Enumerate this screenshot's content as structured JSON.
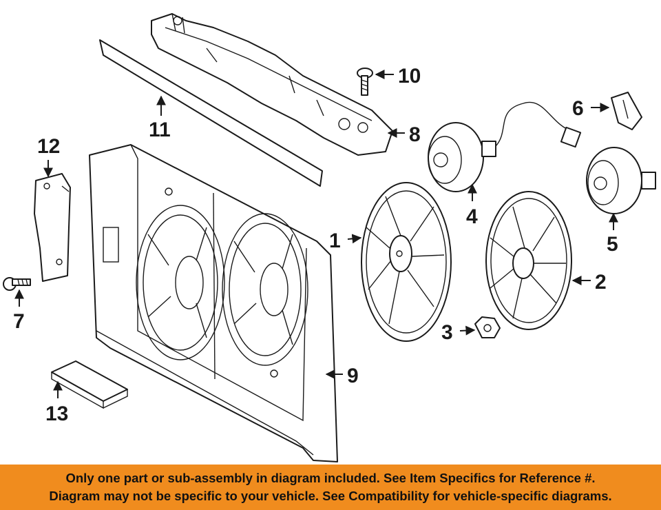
{
  "callouts": [
    "1",
    "2",
    "3",
    "4",
    "5",
    "6",
    "7",
    "8",
    "9",
    "10",
    "11",
    "12",
    "13"
  ],
  "disclaimer": {
    "line1": "Only one part or sub-assembly in diagram included. See Item Specifics for Reference #.",
    "line2": "Diagram may not be specific to your vehicle. See Compatibility for vehicle-specific diagrams."
  },
  "colors": {
    "banner": "#f08c1e",
    "ink": "#1a1a1a",
    "background": "#ffffff"
  }
}
